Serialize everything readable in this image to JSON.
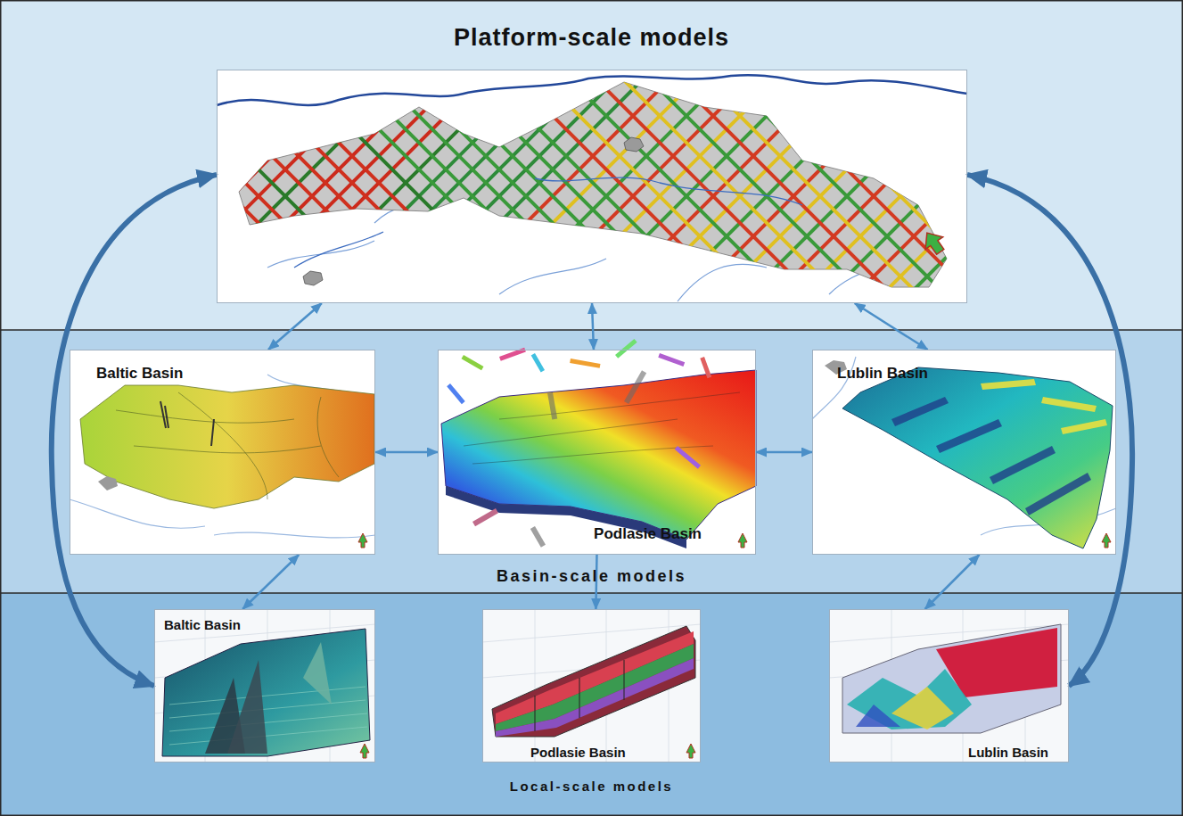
{
  "diagram": {
    "nodes": [
      {
        "text": [
          "Platform-scale models"
        ]
      },
      {
        "text": [
          "Basin-scale models"
        ]
      },
      {
        "text": [
          "Baltic Basin"
        ],
        "in": 1
      },
      {
        "text": [
          "Podlasie Basin"
        ],
        "in": 1
      },
      {
        "text": [
          "Lublin Basin"
        ],
        "in": 1
      },
      {
        "text": [
          "Local-scale models"
        ]
      },
      {
        "text": [
          "Baltic Basin"
        ],
        "in": 5
      },
      {
        "text": [
          "Podlasie Basin"
        ],
        "in": 5
      },
      {
        "text": [
          "Lublin Basin"
        ],
        "in": 5
      }
    ],
    "edges": [
      {
        "from": 0,
        "to": 2,
        "arrow": "both"
      },
      {
        "from": 0,
        "to": 3,
        "arrow": "both"
      },
      {
        "from": 0,
        "to": 4,
        "arrow": "both"
      },
      {
        "from": 2,
        "to": 3,
        "arrow": "both"
      },
      {
        "from": 3,
        "to": 4,
        "arrow": "both"
      },
      {
        "from": 2,
        "to": 6,
        "arrow": "both"
      },
      {
        "from": 3,
        "to": 7,
        "arrow": "to"
      },
      {
        "from": 4,
        "to": 8,
        "arrow": "both"
      },
      {
        "from": 0,
        "to": 6,
        "arrow": "both"
      },
      {
        "from": 0,
        "to": 8,
        "arrow": "both"
      }
    ]
  }
}
